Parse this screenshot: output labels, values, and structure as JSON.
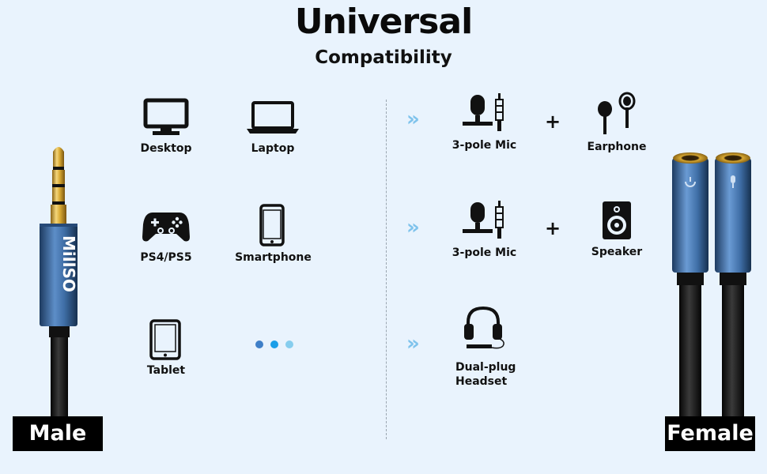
{
  "header": {
    "title": "Universal",
    "subtitle": "Compatibility"
  },
  "devices": [
    {
      "label": "Desktop",
      "icon": "desktop-icon"
    },
    {
      "label": "Laptop",
      "icon": "laptop-icon"
    },
    {
      "label": "PS4/PS5",
      "icon": "gamepad-icon"
    },
    {
      "label": "Smartphone",
      "icon": "smartphone-icon"
    },
    {
      "label": "Tablet",
      "icon": "tablet-icon"
    },
    {
      "label": "",
      "icon": "more-dots-icon"
    }
  ],
  "combos": [
    {
      "left": "3-pole Mic",
      "plus": "+",
      "right": "Earphone",
      "arrow": "»"
    },
    {
      "left": "3-pole Mic",
      "plus": "+",
      "right": "Speaker",
      "arrow": "»"
    },
    {
      "left_line1": "Dual-plug",
      "left_line2": "Headset",
      "arrow": "»"
    }
  ],
  "cable": {
    "brand": "MillSO",
    "male_label": "Male",
    "female_label": "Female"
  },
  "colors": {
    "background": "#e9f3fd",
    "arrow": "#7fc3ec",
    "cable_blue": "#3f6ea6",
    "gold": "#d8a933",
    "dots": [
      "#3f7fc8",
      "#1a9ee8",
      "#86cdee"
    ]
  }
}
